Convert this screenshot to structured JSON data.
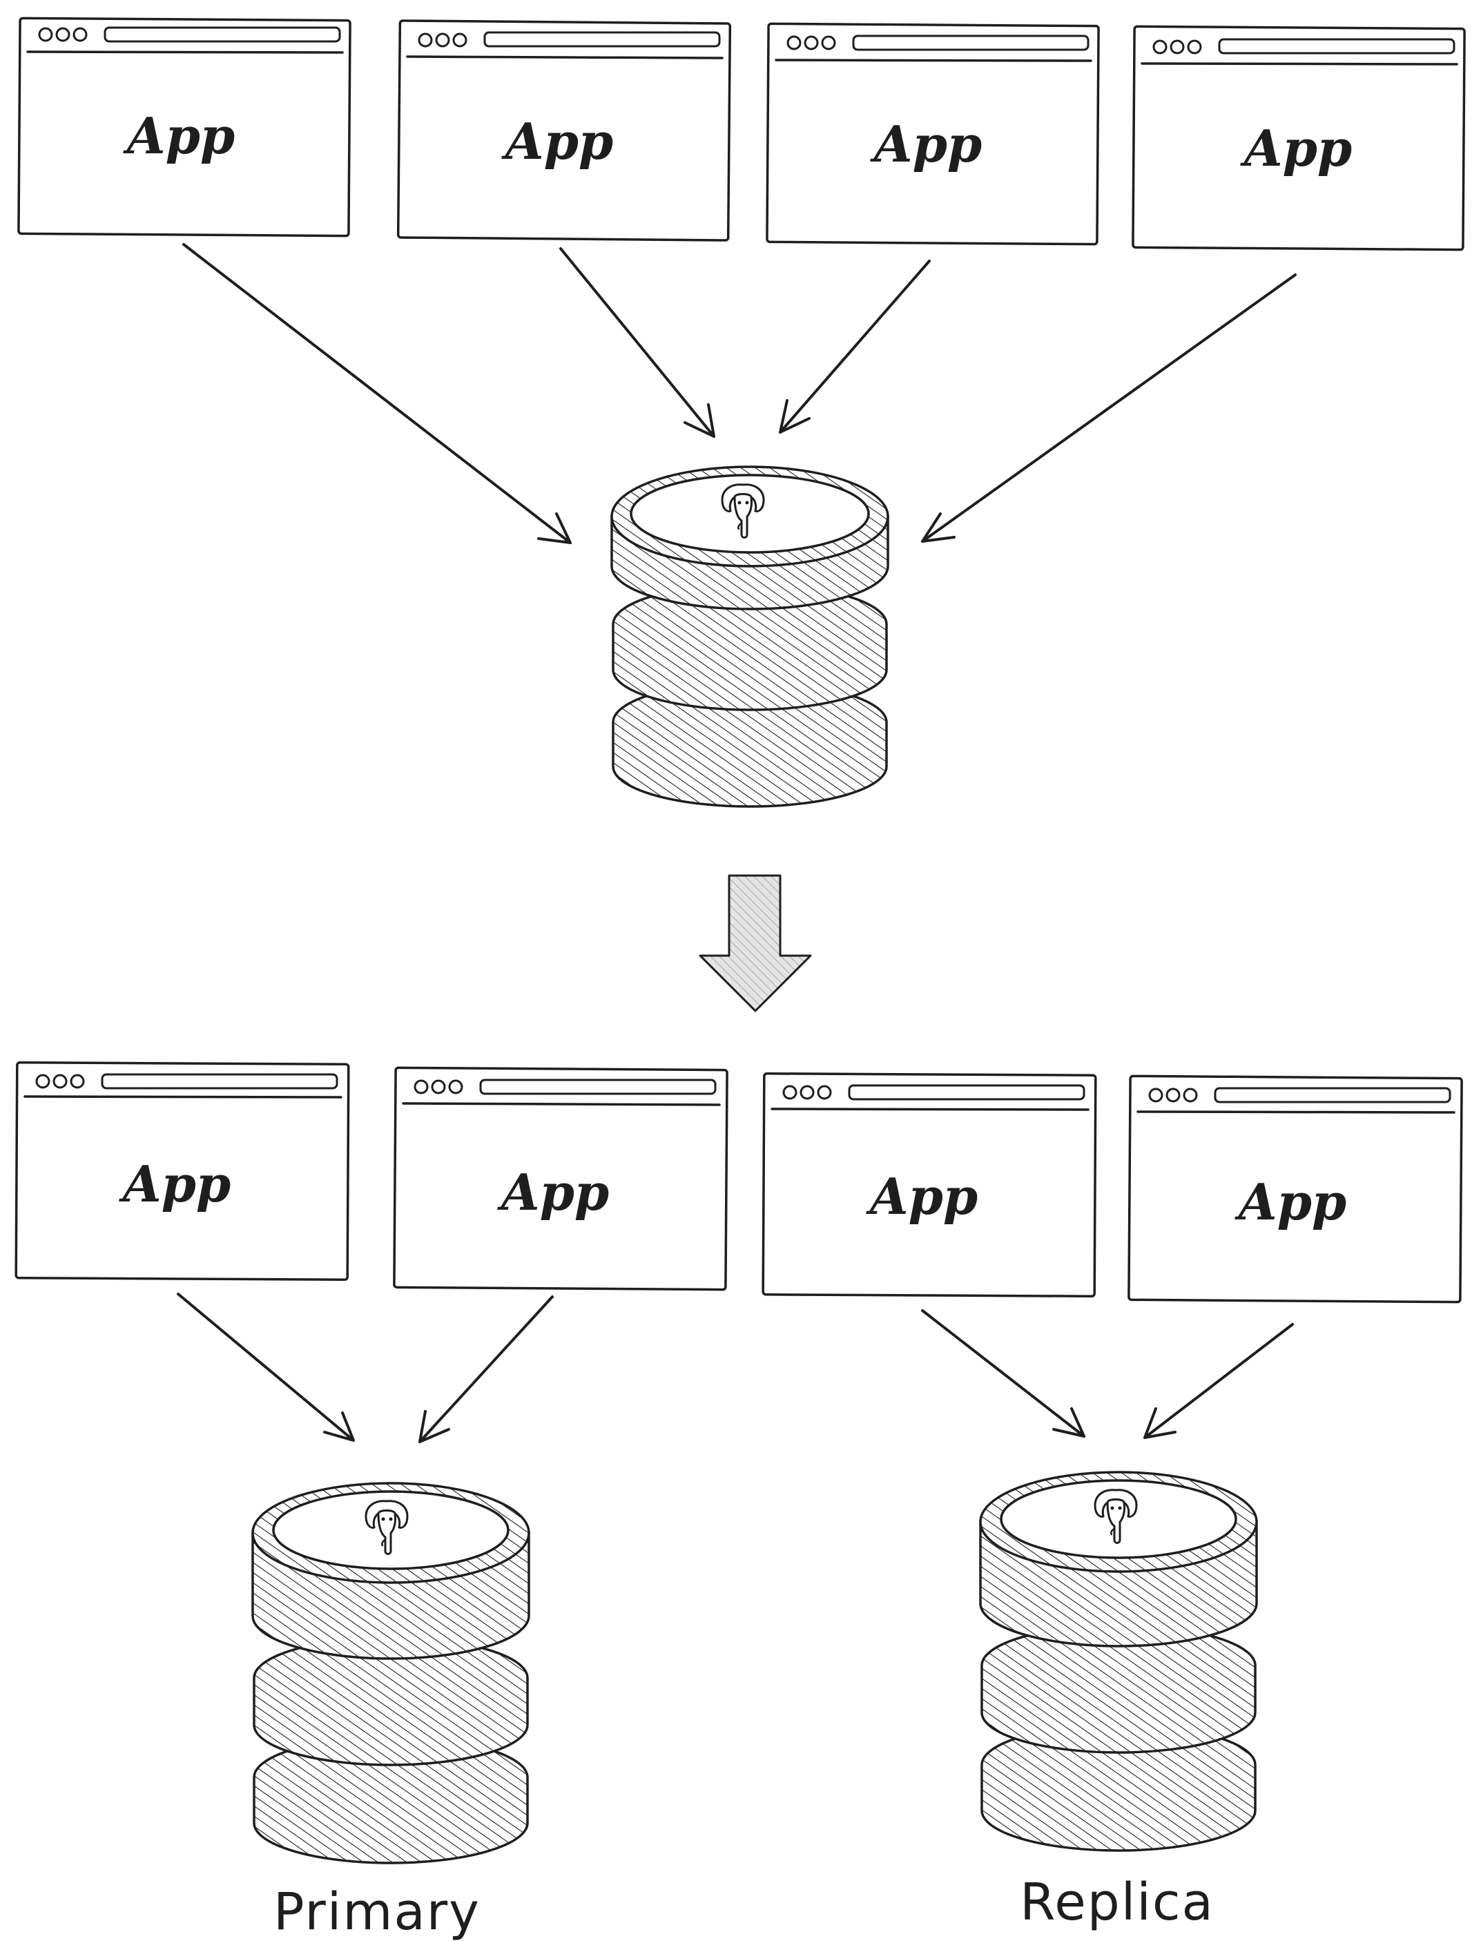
{
  "top_section": {
    "apps": [
      {
        "label": "App"
      },
      {
        "label": "App"
      },
      {
        "label": "App"
      },
      {
        "label": "App"
      }
    ],
    "database": {
      "icon": "postgres-elephant-icon"
    }
  },
  "transition": {
    "icon": "down-arrow-icon",
    "color": "#cccccc"
  },
  "bottom_section": {
    "apps": [
      {
        "label": "App"
      },
      {
        "label": "App"
      },
      {
        "label": "App"
      },
      {
        "label": "App"
      }
    ],
    "databases": [
      {
        "label": "Primary",
        "icon": "postgres-elephant-icon"
      },
      {
        "label": "Replica",
        "icon": "postgres-elephant-icon"
      }
    ]
  },
  "colors": {
    "ink": "#1e1e1e",
    "background": "#ffffff"
  }
}
